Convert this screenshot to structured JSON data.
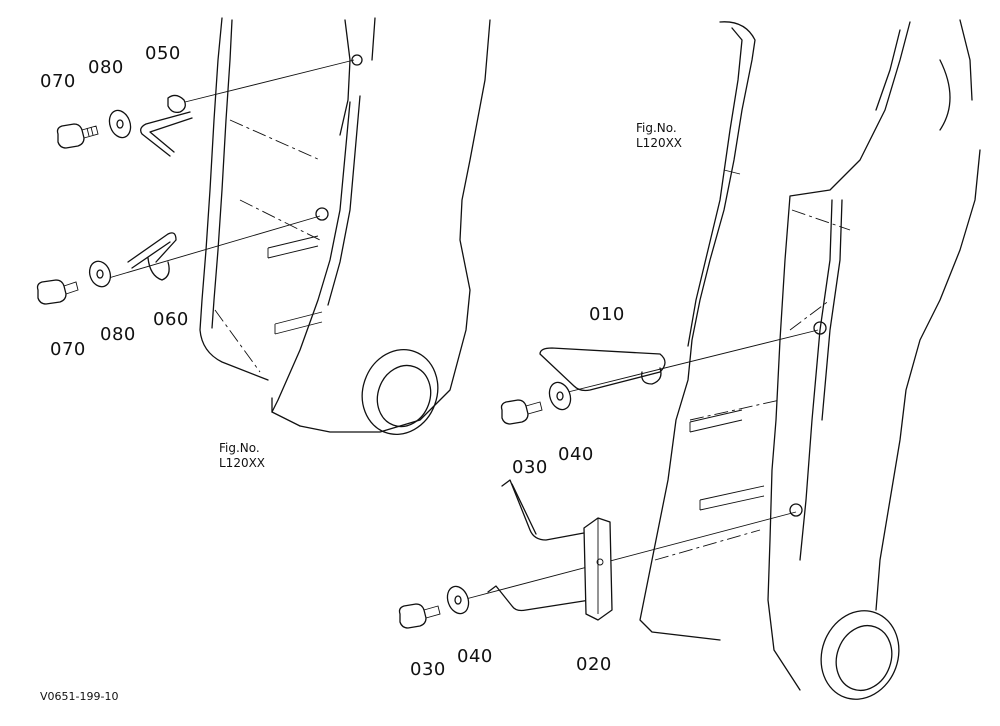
{
  "diagram": {
    "part_numbers": {
      "p070_a": "070",
      "p080_a": "080",
      "p050": "050",
      "p070_b": "070",
      "p080_b": "080",
      "p060": "060",
      "p010": "010",
      "p030_a": "030",
      "p040_a": "040",
      "p020": "020",
      "p030_b": "030",
      "p040_b": "040"
    },
    "figure_refs": {
      "left": {
        "line1": "Fig.No.",
        "line2": "L120XX"
      },
      "right": {
        "line1": "Fig.No.",
        "line2": "L120XX"
      }
    },
    "drawing_code": "V0651-199-10"
  }
}
